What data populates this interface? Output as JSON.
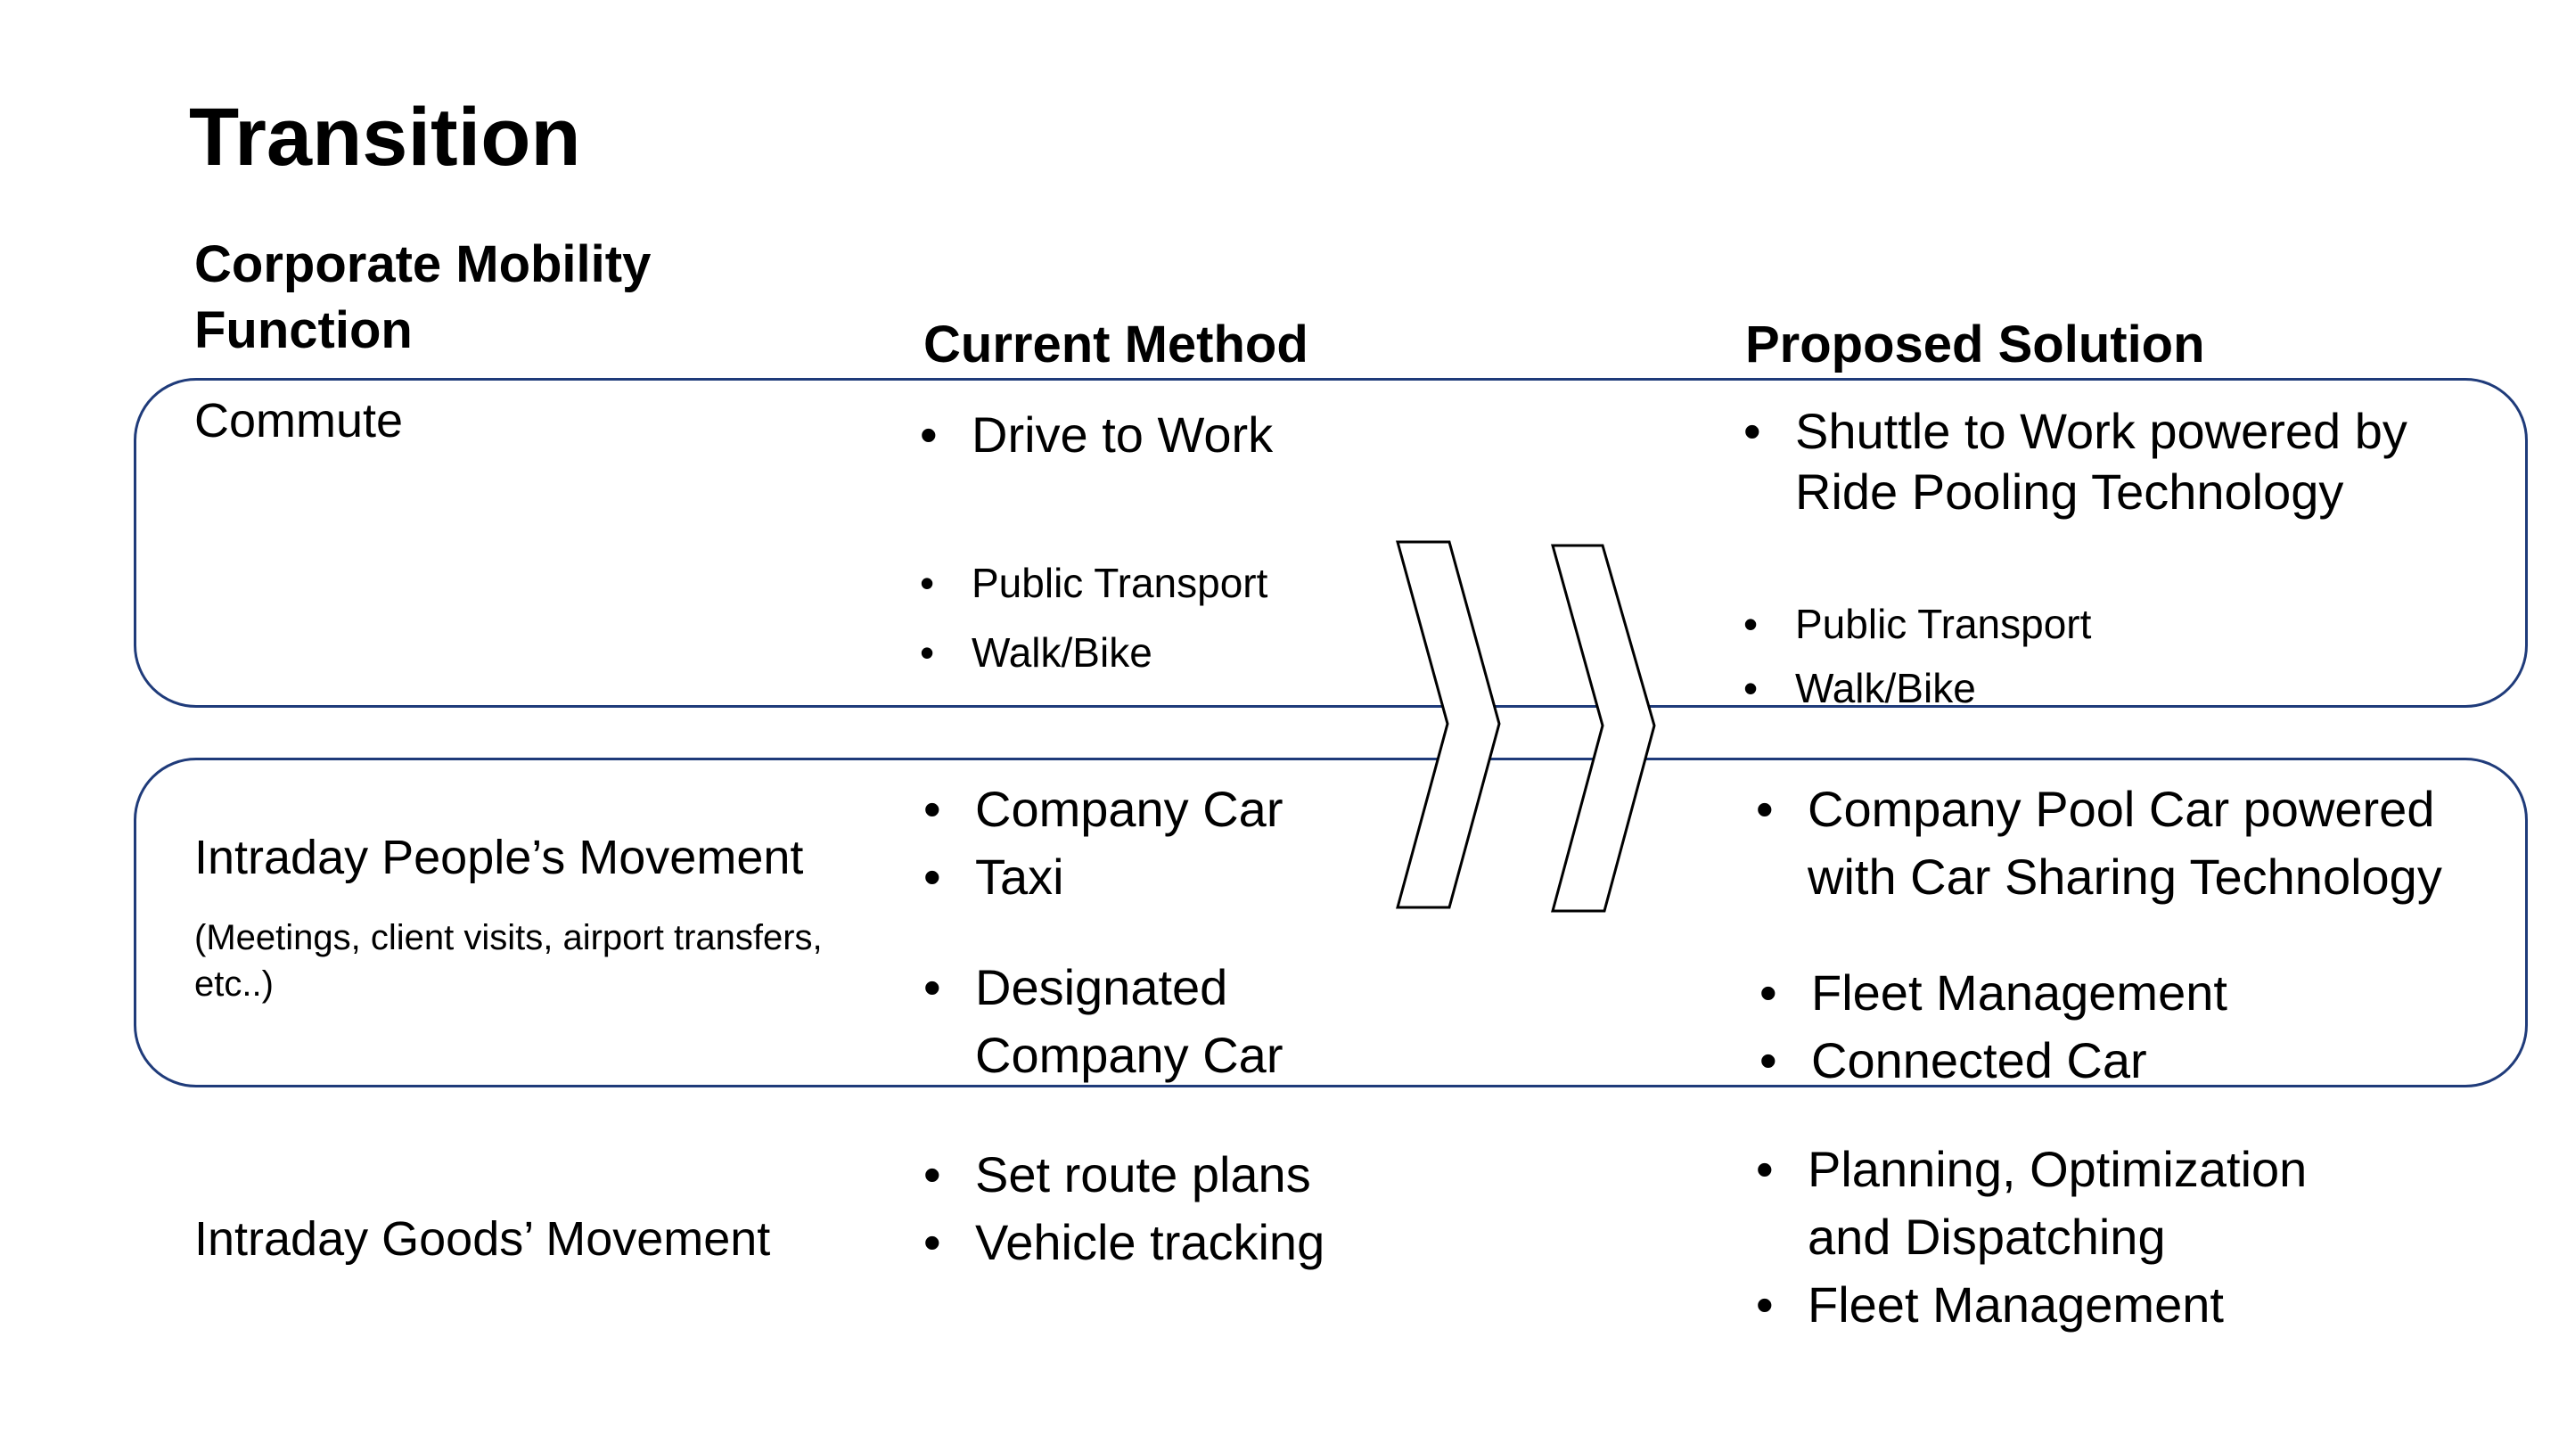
{
  "slide": {
    "title": "Transition",
    "headers": {
      "function": "Corporate Mobility Function",
      "current": "Current Method",
      "proposed": "Proposed Solution"
    },
    "rows": [
      {
        "label": "Commute",
        "sublabel": "",
        "current_primary": [
          "Drive to Work"
        ],
        "current_secondary": [
          "Public Transport",
          "Walk/Bike"
        ],
        "proposed_primary": [
          "Shuttle to Work powered by Ride Pooling Technology"
        ],
        "proposed_secondary": [
          "Public Transport",
          "Walk/Bike"
        ]
      },
      {
        "label": "Intraday People’s Movement",
        "sublabel": "(Meetings, client visits, airport transfers, etc..)",
        "current_primary": [
          "Company Car",
          "Taxi"
        ],
        "current_secondary": [
          "Designated Company Car"
        ],
        "proposed_primary": [
          "Company Pool Car powered with Car Sharing Technology"
        ],
        "proposed_secondary": [
          "Fleet Management",
          "Connected Car"
        ]
      },
      {
        "label": "Intraday Goods’ Movement",
        "sublabel": "",
        "current_primary": [
          "Set route plans",
          "Vehicle tracking"
        ],
        "current_secondary": [],
        "proposed_primary": [
          "Planning, Optimization and Dispatching",
          "Fleet Management"
        ],
        "proposed_secondary": []
      }
    ],
    "colors": {
      "band_border": "#1f3b7a",
      "text": "#000000",
      "arrow_stroke": "#000000"
    },
    "icons": [
      "chevron-right-icon",
      "chevron-right-icon"
    ]
  }
}
